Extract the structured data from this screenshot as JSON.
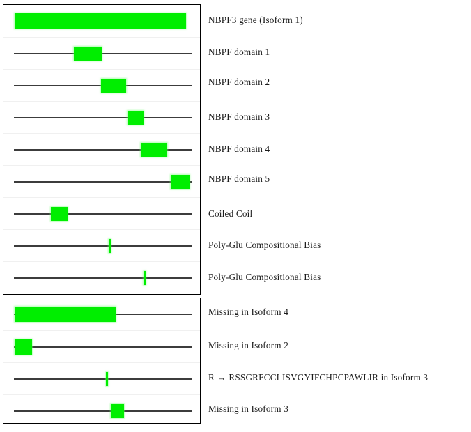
{
  "diagram": {
    "kind": "protein-domain-map",
    "gene": "NBPF3",
    "colors": {
      "feature": "#00ee00",
      "backbone": "#3c3c3c",
      "panel_border": "#000000",
      "row_separator": "#f0f0f0",
      "background": "#ffffff",
      "label_text": "#1a1a1a"
    },
    "panels": [
      {
        "id": "main-features",
        "name": "canonical-feature-panel",
        "rows": [
          {
            "id": "row-isoform1",
            "label": "NBPF3  gene (Isoform 1)",
            "style": "full-bar",
            "has_backbone": false,
            "features": [
              {
                "kind": "bar",
                "start_pct": 5.5,
                "end_pct": 93.0
              }
            ]
          },
          {
            "id": "row-nbpf-domain-1",
            "label": "NBPF  domain 1",
            "style": "line-with-block",
            "has_backbone": true,
            "features": [
              {
                "kind": "block",
                "start_pct": 35.8,
                "end_pct": 50.0
              }
            ]
          },
          {
            "id": "row-nbpf-domain-2",
            "label": "NBPF  domain 2",
            "style": "line-with-block",
            "has_backbone": true,
            "features": [
              {
                "kind": "block",
                "start_pct": 49.5,
                "end_pct": 62.3
              }
            ]
          },
          {
            "id": "row-nbpf-domain-3",
            "label": "NBPF  domain 3",
            "style": "line-with-block",
            "has_backbone": true,
            "features": [
              {
                "kind": "block",
                "start_pct": 63.0,
                "end_pct": 71.3
              }
            ]
          },
          {
            "id": "row-nbpf-domain-4",
            "label": "NBPF  domain 4",
            "style": "line-with-block",
            "has_backbone": true,
            "features": [
              {
                "kind": "block",
                "start_pct": 69.8,
                "end_pct": 83.4
              }
            ]
          },
          {
            "id": "row-nbpf-domain-5",
            "label": "NBPF  domain 5",
            "style": "line-with-block",
            "has_backbone": true,
            "features": [
              {
                "kind": "block",
                "start_pct": 85.0,
                "end_pct": 94.6
              }
            ]
          },
          {
            "id": "row-coiled-coil",
            "label": "Coiled Coil",
            "style": "line-with-block",
            "has_backbone": true,
            "features": [
              {
                "kind": "block",
                "start_pct": 24.0,
                "end_pct": 32.6
              }
            ]
          },
          {
            "id": "row-poly-glu-1",
            "label": "Poly-Glu  Compositional  Bias",
            "style": "line-with-tick",
            "has_backbone": true,
            "features": [
              {
                "kind": "tick",
                "start_pct": 53.5
              }
            ]
          },
          {
            "id": "row-poly-glu-2",
            "label": "Poly-Glu  Compositional  Bias",
            "style": "line-with-tick",
            "has_backbone": true,
            "features": [
              {
                "kind": "tick",
                "start_pct": 71.4
              }
            ]
          }
        ]
      },
      {
        "id": "isoform-variants",
        "name": "isoform-variation-panel",
        "rows": [
          {
            "id": "row-missing-isoform-4",
            "label": "Missing in Isoform 4",
            "style": "line-with-block",
            "has_backbone": true,
            "features": [
              {
                "kind": "block",
                "start_pct": 5.5,
                "end_pct": 57.0
              }
            ]
          },
          {
            "id": "row-missing-isoform-2",
            "label": "Missing in Isoform 2",
            "style": "line-with-block",
            "has_backbone": true,
            "features": [
              {
                "kind": "block",
                "start_pct": 5.8,
                "end_pct": 14.6
              }
            ]
          },
          {
            "id": "row-substitution-isoform-3",
            "label": "R → RSSGRFCCLISVGYIFCHPCPAWLIR  in  Isoform 3",
            "style": "line-with-tick",
            "has_backbone": true,
            "features": [
              {
                "kind": "tick",
                "start_pct": 52.0
              }
            ]
          },
          {
            "id": "row-missing-isoform-3",
            "label": "Missing in Isoform 3",
            "style": "line-with-block",
            "has_backbone": true,
            "features": [
              {
                "kind": "block",
                "start_pct": 54.5,
                "end_pct": 61.4
              }
            ]
          }
        ]
      }
    ]
  }
}
